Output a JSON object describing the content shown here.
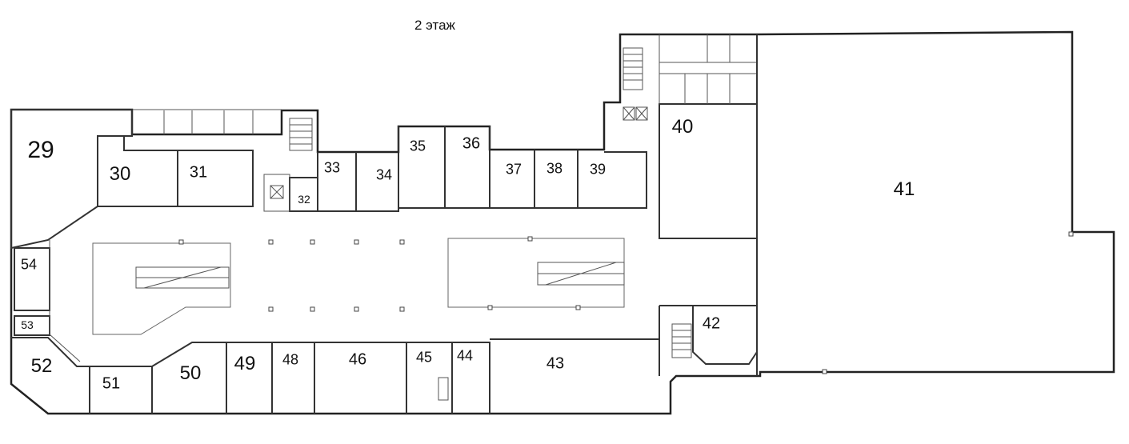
{
  "floor_title": "2 этаж",
  "rooms": [
    {
      "id": "29",
      "label": "29"
    },
    {
      "id": "30",
      "label": "30"
    },
    {
      "id": "31",
      "label": "31"
    },
    {
      "id": "32",
      "label": "32"
    },
    {
      "id": "33",
      "label": "33"
    },
    {
      "id": "34",
      "label": "34"
    },
    {
      "id": "35",
      "label": "35"
    },
    {
      "id": "36",
      "label": "36"
    },
    {
      "id": "37",
      "label": "37"
    },
    {
      "id": "38",
      "label": "38"
    },
    {
      "id": "39",
      "label": "39"
    },
    {
      "id": "40",
      "label": "40"
    },
    {
      "id": "41",
      "label": "41"
    },
    {
      "id": "42",
      "label": "42"
    },
    {
      "id": "43",
      "label": "43"
    },
    {
      "id": "44",
      "label": "44"
    },
    {
      "id": "45",
      "label": "45"
    },
    {
      "id": "46",
      "label": "46"
    },
    {
      "id": "48",
      "label": "48"
    },
    {
      "id": "49",
      "label": "49"
    },
    {
      "id": "50",
      "label": "50"
    },
    {
      "id": "51",
      "label": "51"
    },
    {
      "id": "52",
      "label": "52"
    },
    {
      "id": "53",
      "label": "53"
    },
    {
      "id": "54",
      "label": "54"
    }
  ]
}
